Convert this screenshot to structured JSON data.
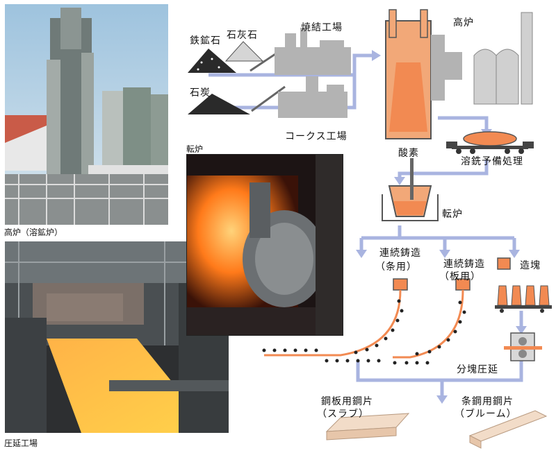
{
  "photos": {
    "blast_furnace_caption": "高炉（溶鉱炉）",
    "rolling_mill_caption": "圧延工場",
    "converter_caption": "転炉"
  },
  "flow": {
    "iron_ore": "鉄鉱石",
    "limestone": "石灰石",
    "sinter_plant": "焼結工場",
    "coal": "石炭",
    "coke_plant": "コークス工場",
    "blast_furnace": "高炉",
    "hot_metal_pretreatment": "溶銑予備処理",
    "oxygen": "酸素",
    "converter": "転炉",
    "cc_bar": "連続鋳造\n（条用）",
    "cc_bar_line1": "連続鋳造",
    "cc_bar_line2": "（条用）",
    "cc_plate_line1": "連続鋳造",
    "cc_plate_line2": "（板用）",
    "ingot_casting": "造塊",
    "blooming": "分塊圧延",
    "slab_line1": "鋼板用鋼片",
    "slab_line2": "（スラブ）",
    "bloom_line1": "条鋼用鋼片",
    "bloom_line2": "（ブルーム）"
  },
  "colors": {
    "arrow": "#a9b4e0",
    "molten": "#f28a52",
    "furnace_outline": "#555555",
    "plant_gray": "#b3b3b3",
    "slab": "#f2dcc8"
  }
}
